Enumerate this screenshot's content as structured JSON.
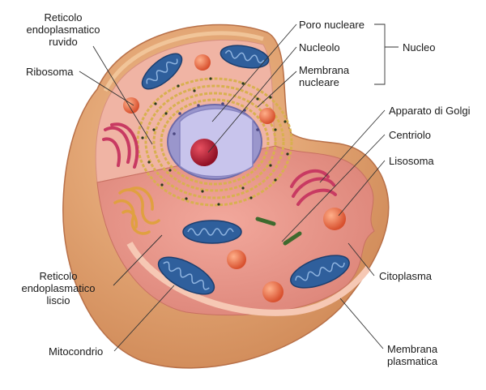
{
  "labels": {
    "rer": "Reticolo\nendoplasmatico\nruvido",
    "ribosoma": "Ribosoma",
    "poro": "Poro nucleare",
    "nucleolo": "Nucleolo",
    "membrana_nucleare": "Membrana\nnucleare",
    "nucleo": "Nucleo",
    "golgi": "Apparato di Golgi",
    "centriolo": "Centriolo",
    "lisosoma": "Lisosoma",
    "ser": "Reticolo\nendoplasmatico\nliscio",
    "citoplasma": "Citoplasma",
    "mitocondrio": "Mitocondrio",
    "membrana_plasmatica": "Membrana\nplasmatica"
  },
  "colors": {
    "outer_membrane": "#e0a070",
    "cytoplasm": "#e89a90",
    "inner_wall": "#f0b4a4",
    "nucleus_envelope": "#9a96cc",
    "nucleolus": "#c02038",
    "mitochondrion": "#2f5f9c",
    "golgi": "#c83a62",
    "lysosome": "#e06048",
    "rough_er": "#d8b050",
    "smooth_er": "#e0a040",
    "centriole": "#3e6a2e",
    "leader_line": "#333333"
  }
}
